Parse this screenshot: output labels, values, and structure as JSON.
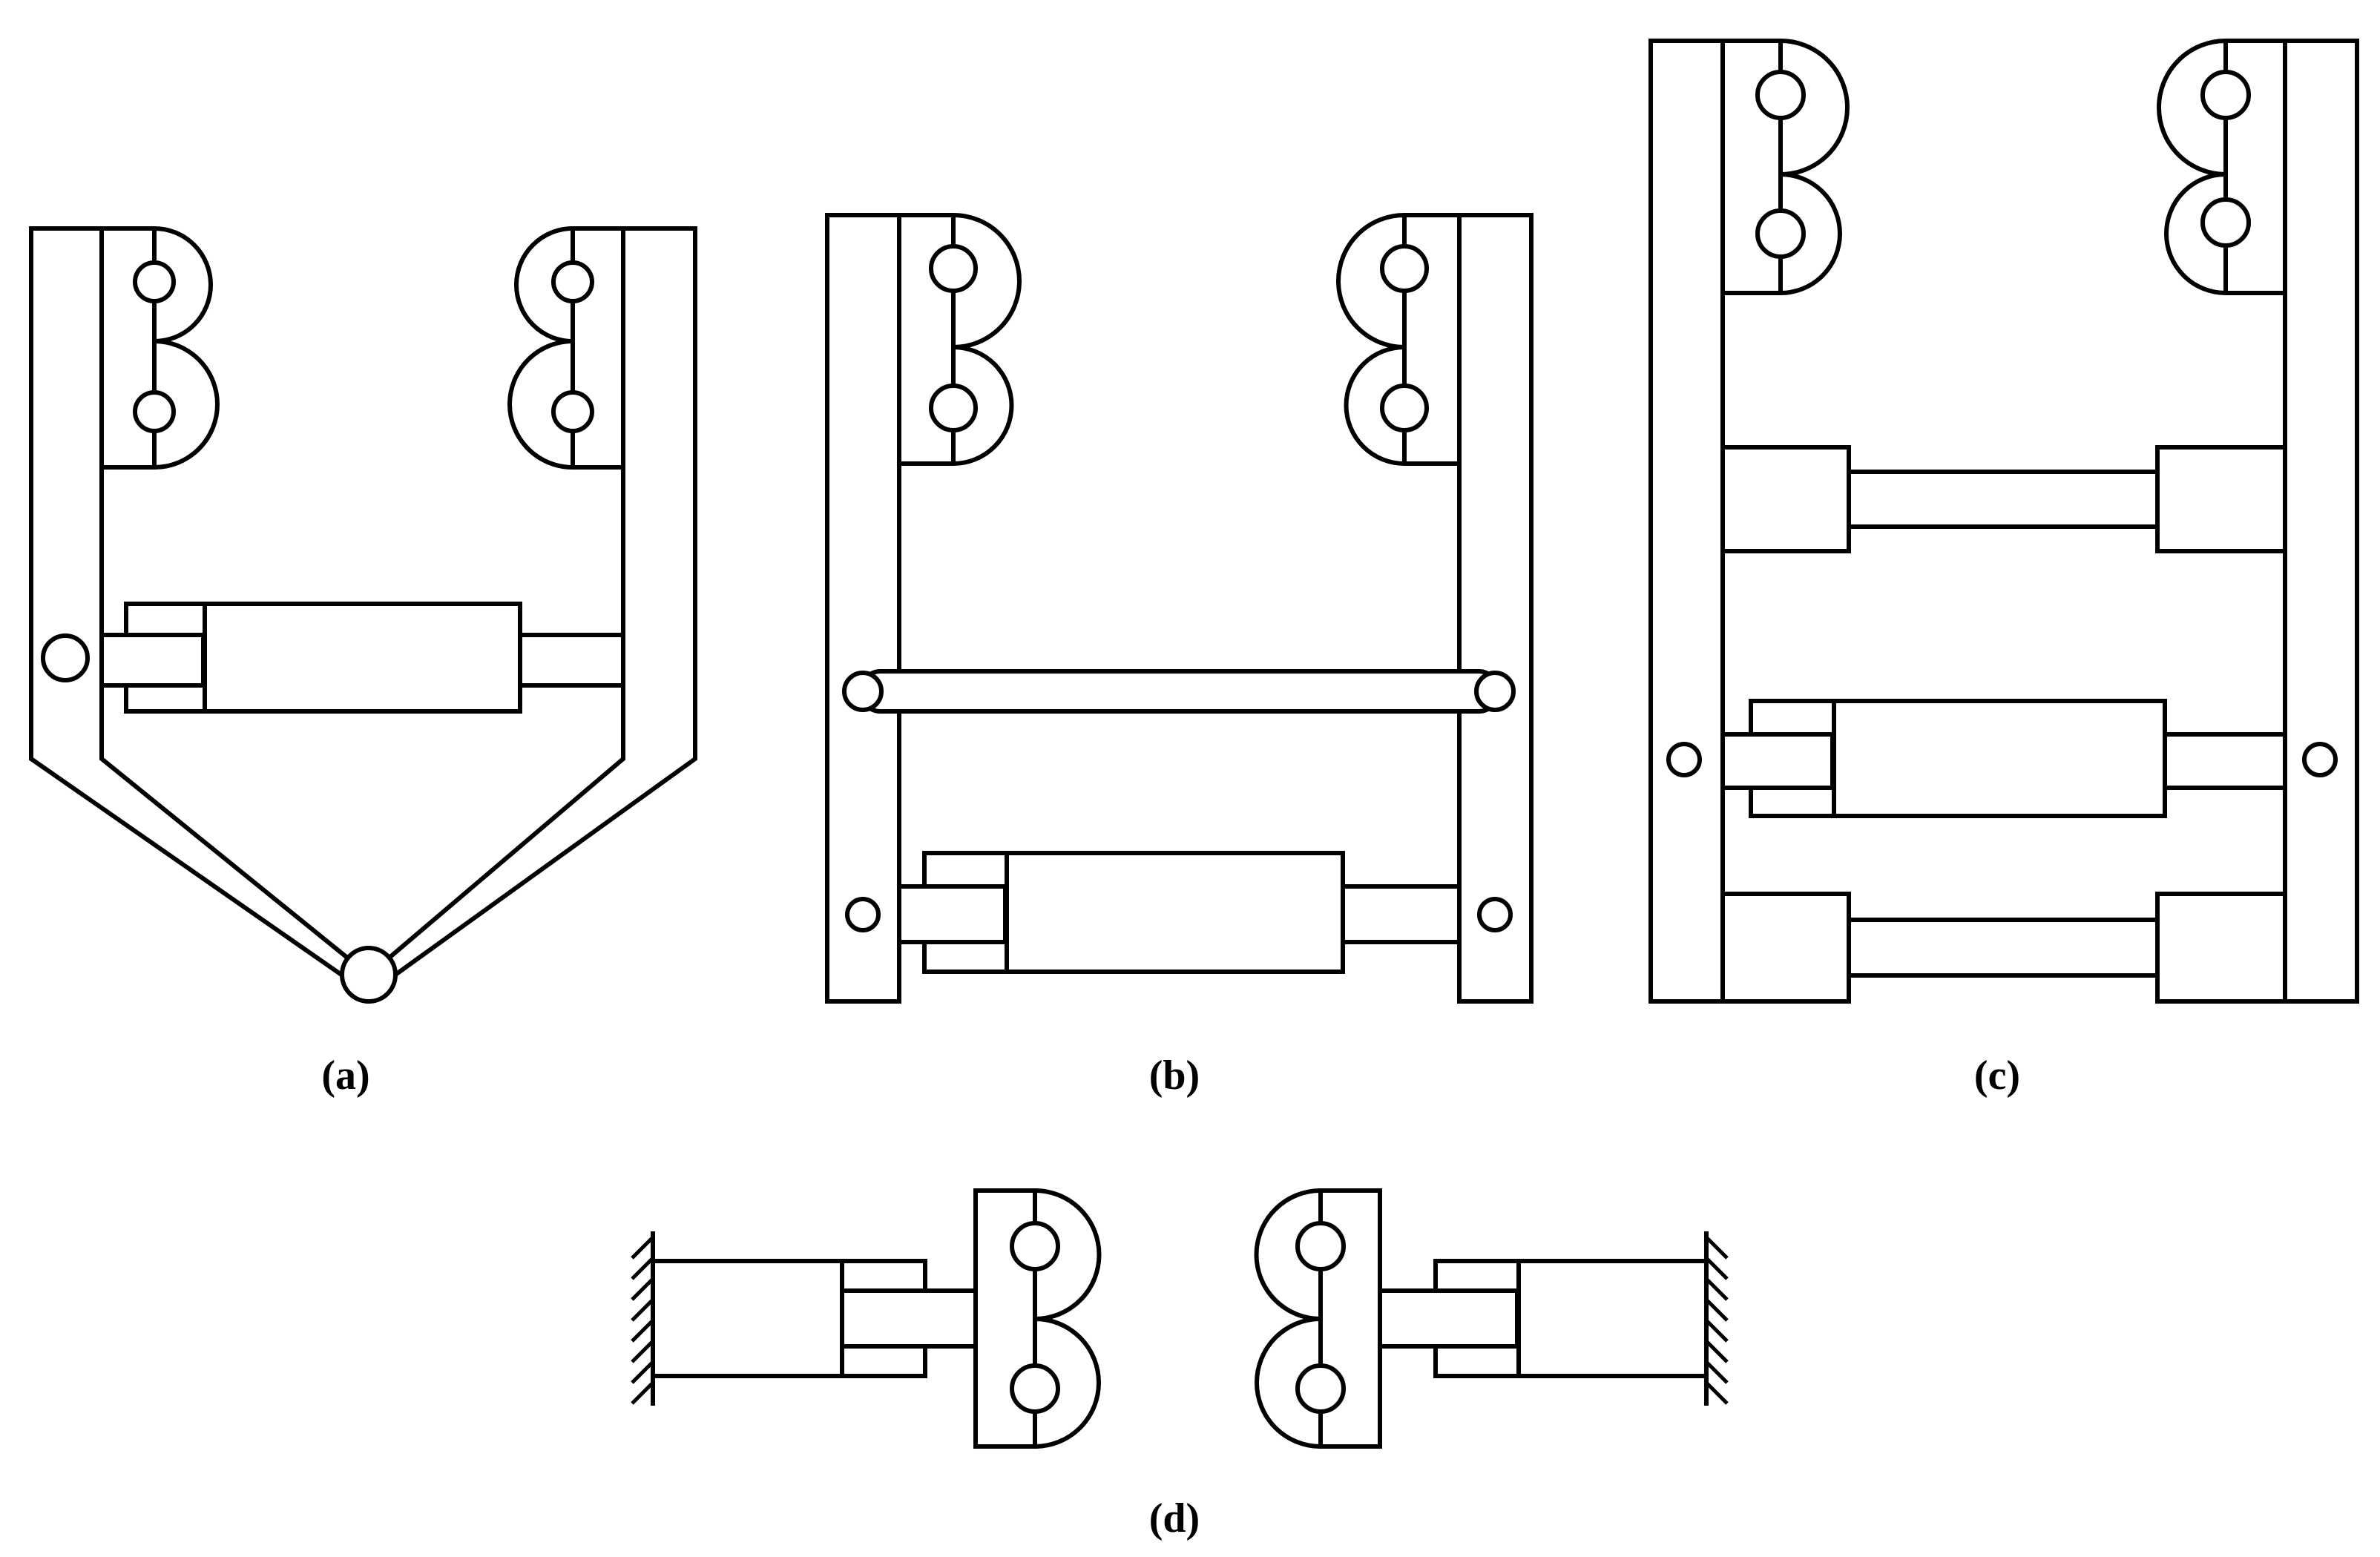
{
  "figure": {
    "captions": {
      "a": "(a)",
      "b": "(b)",
      "c": "(c)",
      "d": "(d)"
    },
    "colors": {
      "stroke": "#000000",
      "background": "#ffffff"
    }
  }
}
